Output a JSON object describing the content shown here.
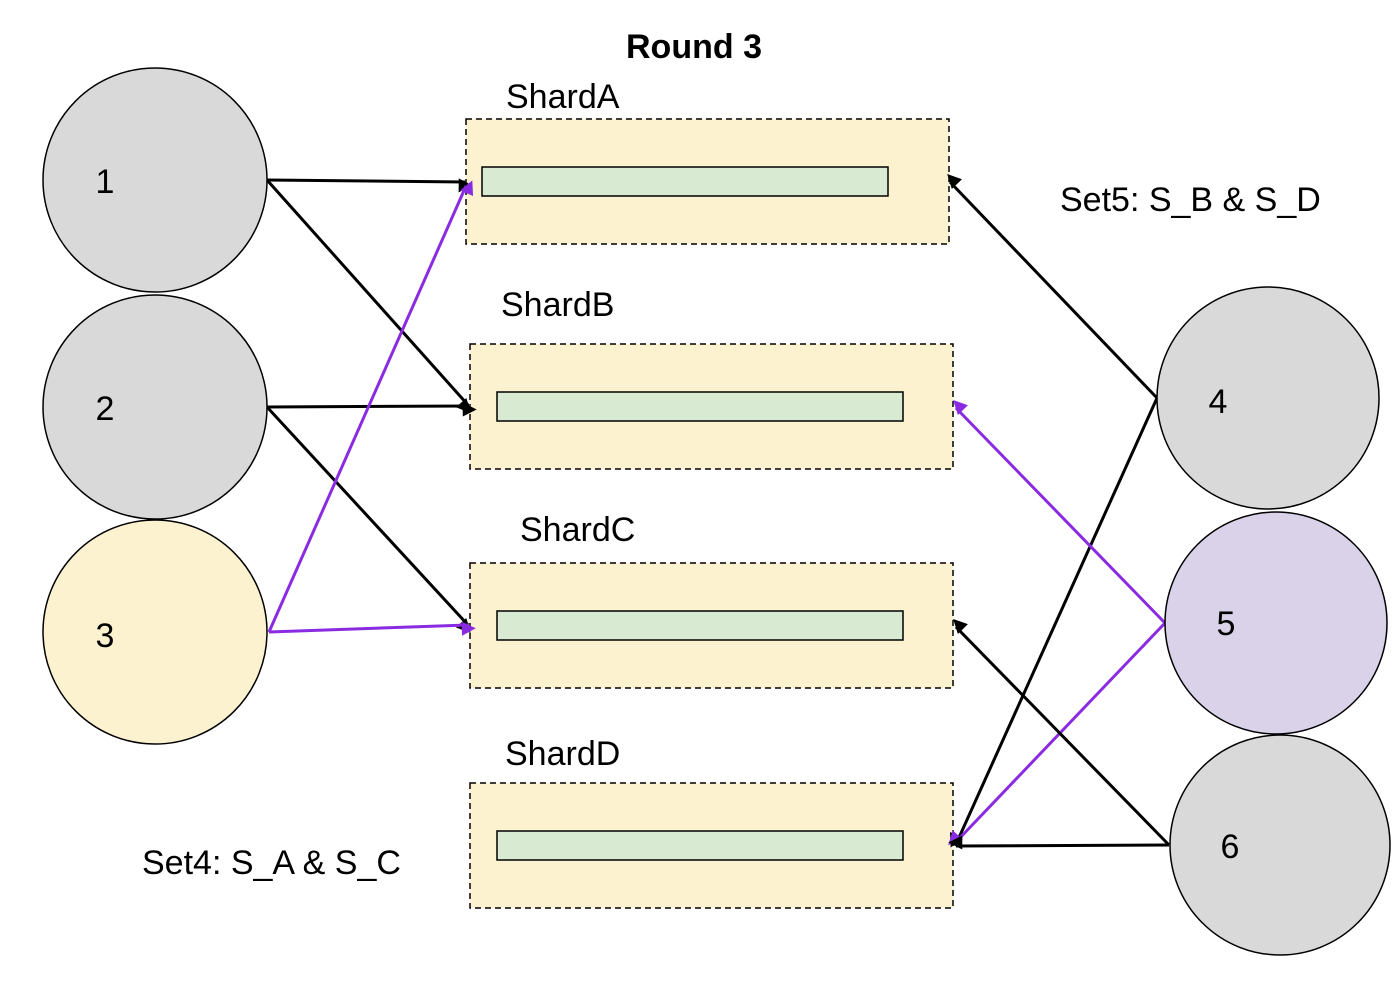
{
  "title": "Round 3",
  "colors": {
    "node_gray": "#d9d9d9",
    "node_yellow": "#fdf2d0",
    "node_purple": "#d9d2e9",
    "shard_fill": "#fdf2d0",
    "bar_fill": "#d9ead3",
    "edge_black": "#000000",
    "edge_purple": "#8a2be2"
  },
  "shards": [
    {
      "id": "A",
      "label": "ShardA"
    },
    {
      "id": "B",
      "label": "ShardB"
    },
    {
      "id": "C",
      "label": "ShardC"
    },
    {
      "id": "D",
      "label": "ShardD"
    }
  ],
  "nodes": [
    {
      "id": "1",
      "label": "1",
      "color": "gray"
    },
    {
      "id": "2",
      "label": "2",
      "color": "gray"
    },
    {
      "id": "3",
      "label": "3",
      "color": "yellow"
    },
    {
      "id": "4",
      "label": "4",
      "color": "gray"
    },
    {
      "id": "5",
      "label": "5",
      "color": "purple"
    },
    {
      "id": "6",
      "label": "6",
      "color": "gray"
    }
  ],
  "sets": {
    "set4": "Set4: S_A & S_C",
    "set5": "Set5: S_B & S_D"
  },
  "edges": [
    {
      "from": "1",
      "to": "A",
      "color": "black"
    },
    {
      "from": "1",
      "to": "B",
      "color": "black"
    },
    {
      "from": "2",
      "to": "B",
      "color": "black"
    },
    {
      "from": "2",
      "to": "C",
      "color": "black"
    },
    {
      "from": "3",
      "to": "A",
      "color": "purple"
    },
    {
      "from": "3",
      "to": "C",
      "color": "purple"
    },
    {
      "from": "4",
      "to": "A",
      "color": "black"
    },
    {
      "from": "4",
      "to": "D",
      "color": "black"
    },
    {
      "from": "5",
      "to": "B",
      "color": "purple"
    },
    {
      "from": "5",
      "to": "D",
      "color": "purple"
    },
    {
      "from": "6",
      "to": "C",
      "color": "black"
    },
    {
      "from": "6",
      "to": "D",
      "color": "black"
    }
  ]
}
